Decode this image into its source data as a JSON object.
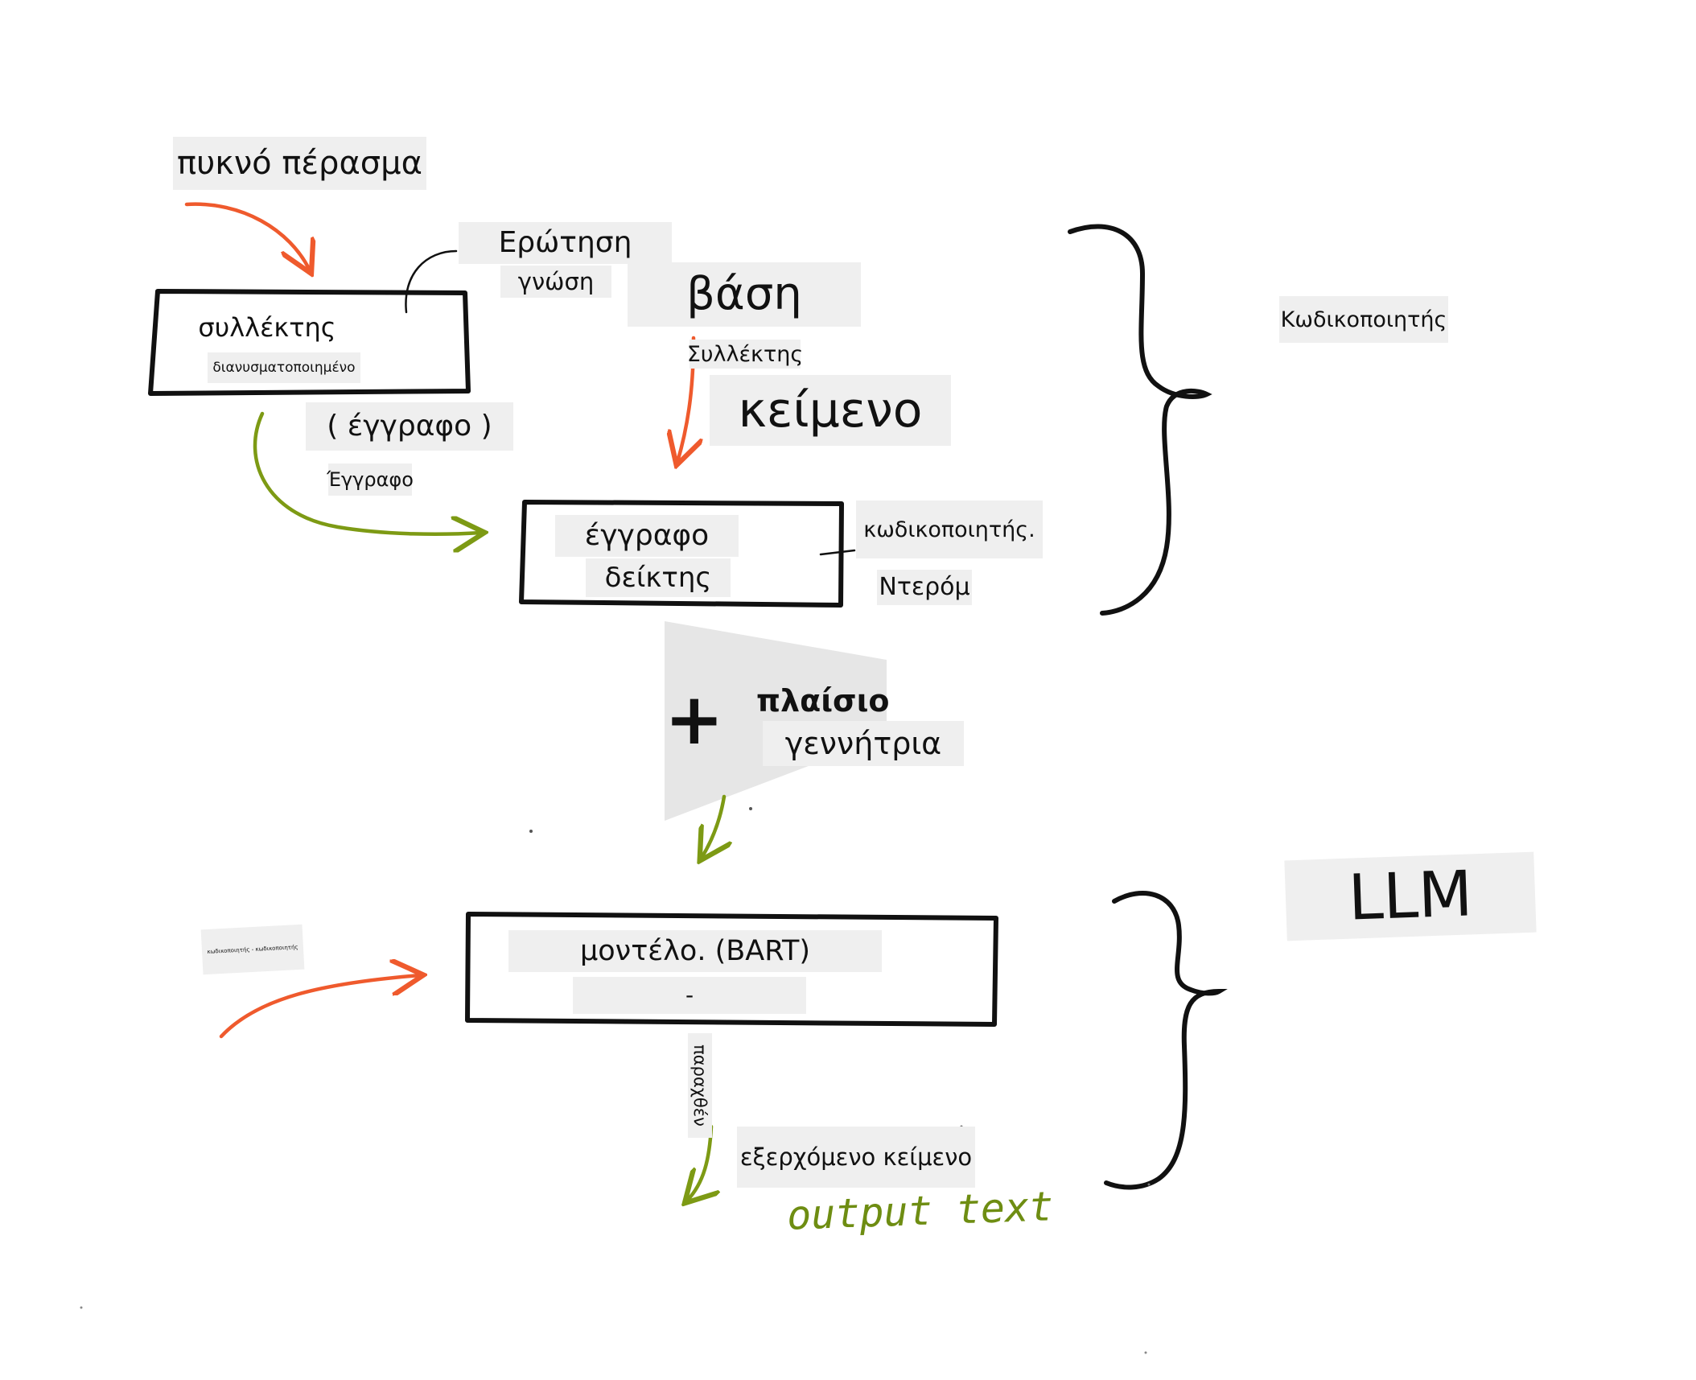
{
  "labels": {
    "dense_passage": "πυκνό πέρασμα",
    "question": "Ερώτηση",
    "knowledge": "γνώση",
    "base": "βάση",
    "retriever_box_title": "συλλέκτης",
    "vectorized": "διανυσματοποιημένο",
    "retriever_cap": "Συλλέκτης",
    "text": "κείμενο",
    "document_paren": "( έγγραφο )",
    "document_cap": "Έγγραφο",
    "document_index_1": "έγγραφο",
    "document_index_2": "δείκτης",
    "encoder_dot": "κωδικοποιητής.",
    "dropout": "Ντερόμ",
    "plus_sign": "+",
    "context": "πλαίσιο",
    "generator": "γεννήτρια",
    "model_bart": "μοντέλο. (BART)",
    "model_dash": "-",
    "small_encoder_note": "κωδικοποιητής - κωδικοποιητής",
    "generated": "παραχθέν",
    "produced_text": "εξερχόμενο κείμενο",
    "output_text": "output text",
    "encoder_right": "Κωδικοποιητής",
    "llm": "LLM"
  },
  "colors": {
    "orange_arrow": "#ef5a2d",
    "green_arrow": "#7d9a14",
    "ink": "#111111",
    "label_bg": "#efefef"
  }
}
